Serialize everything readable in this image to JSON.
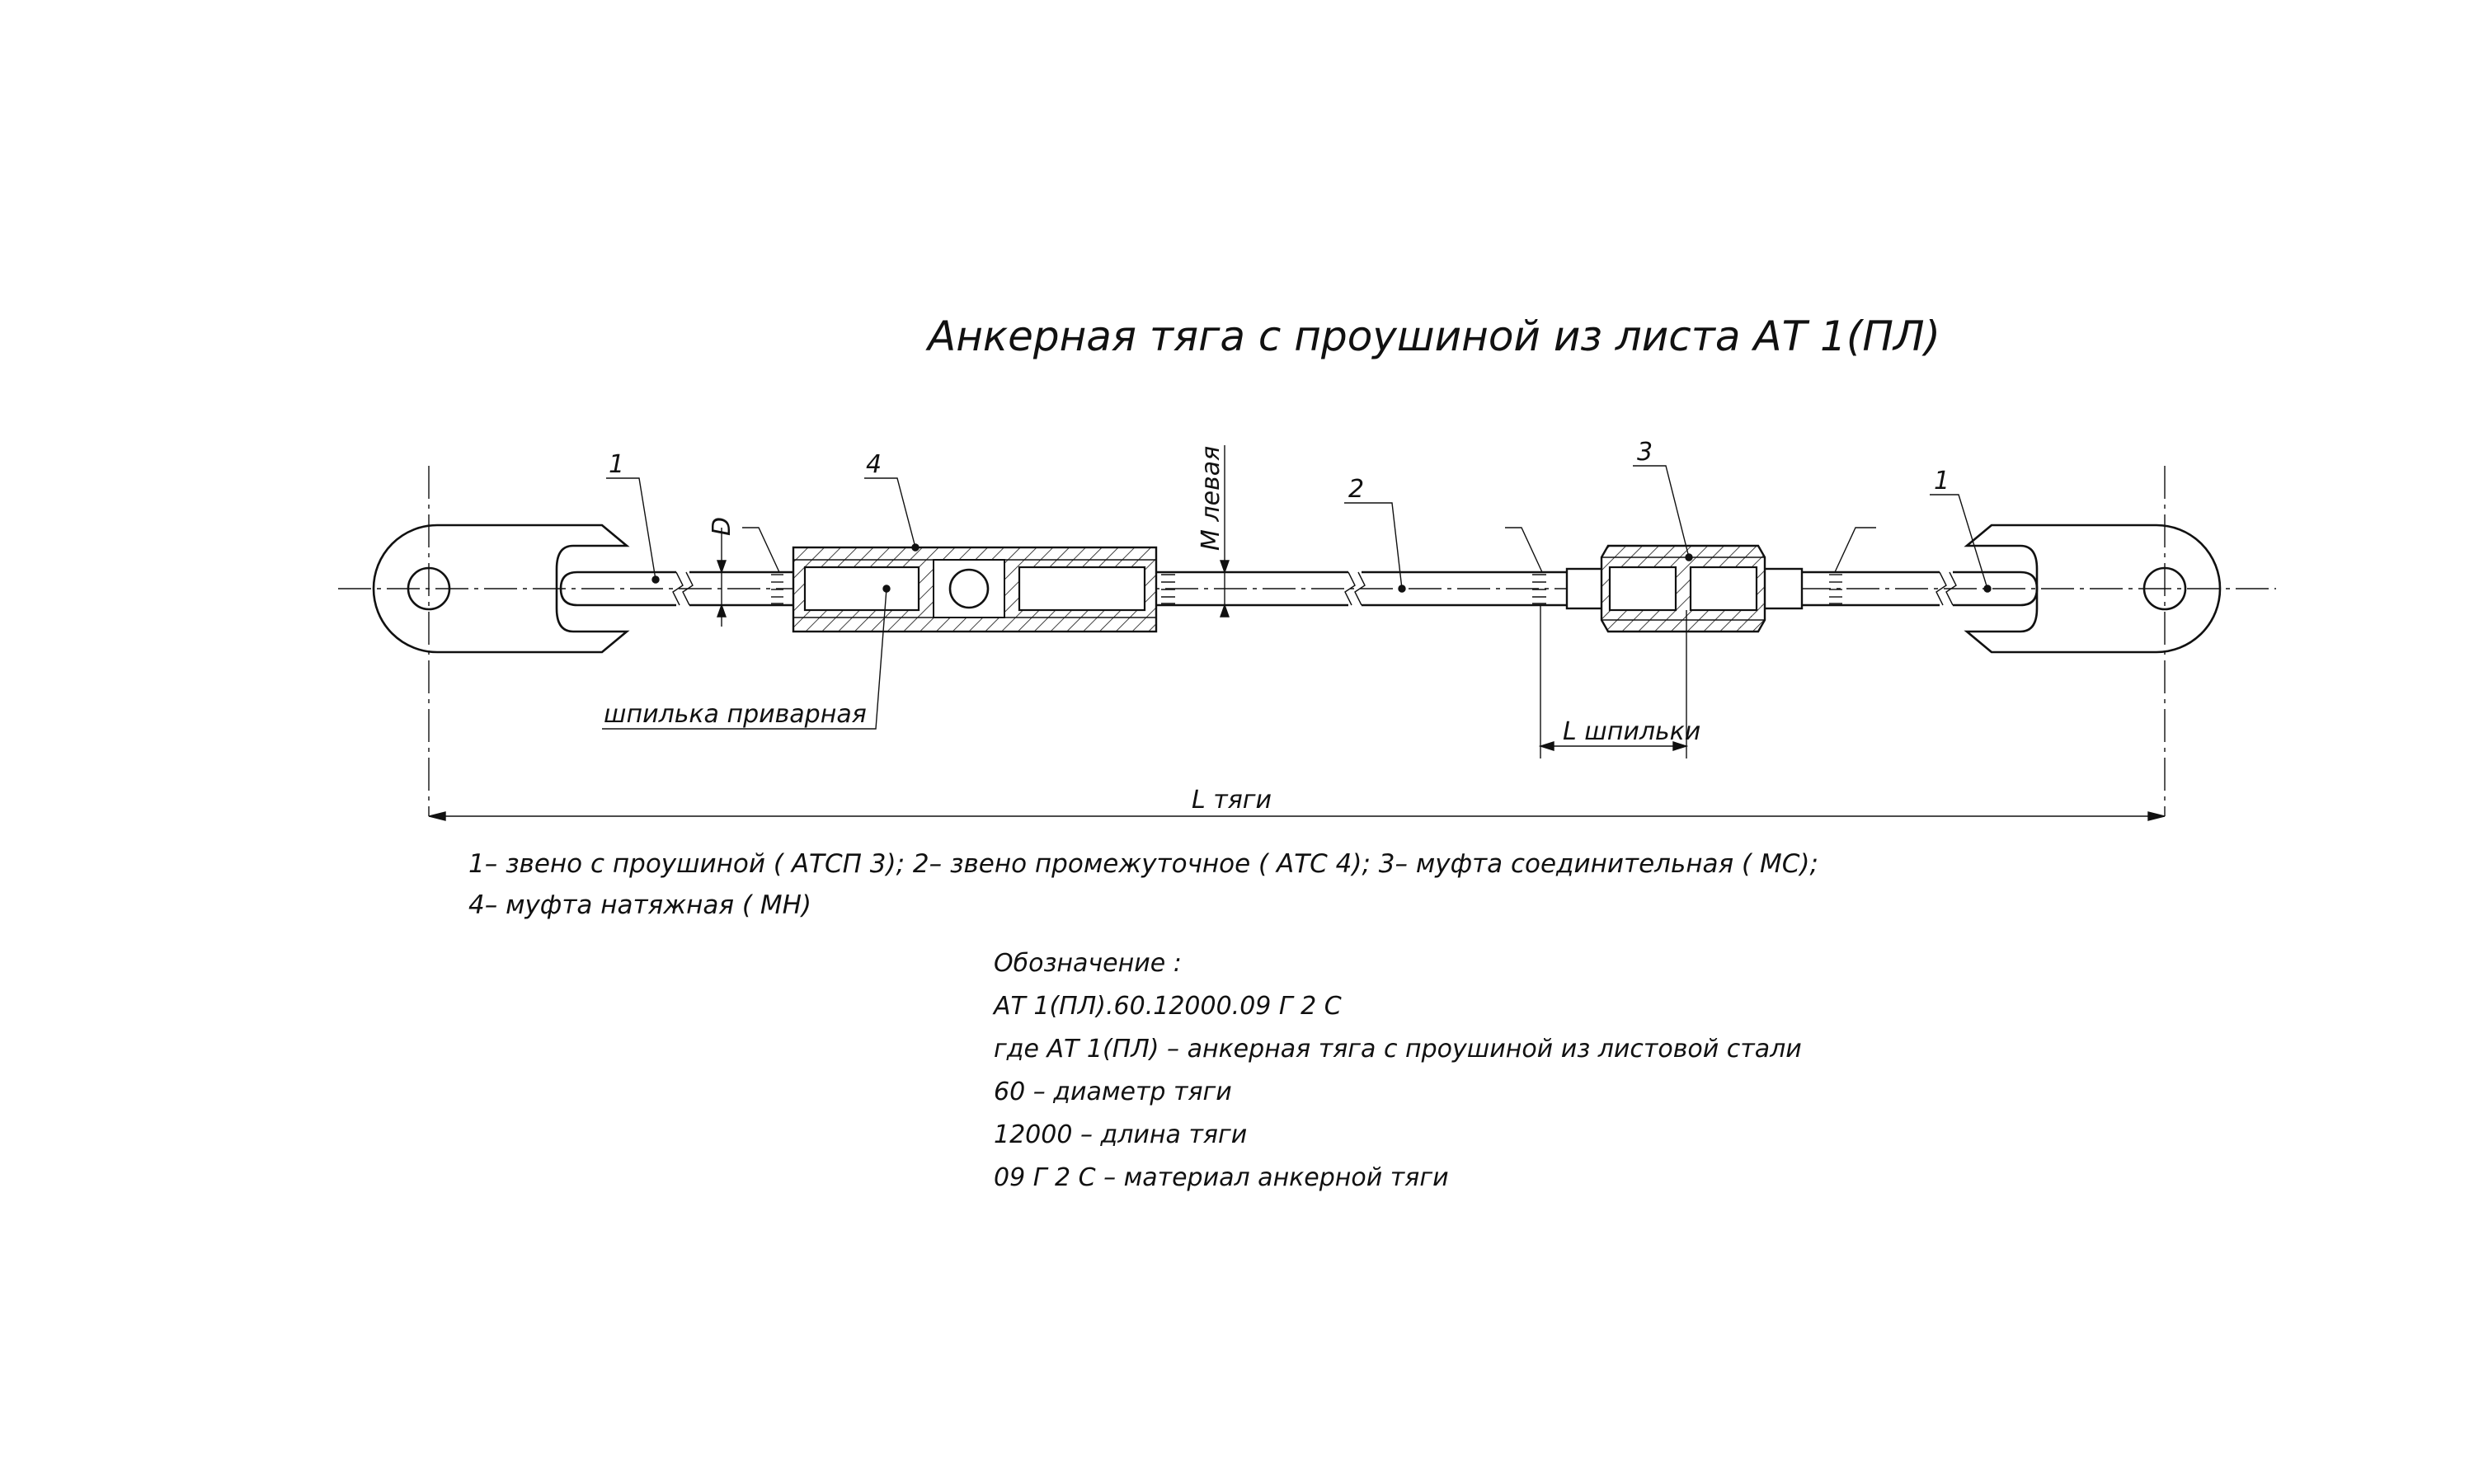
{
  "title": "Анкерная тяга с проушиной из листа АТ 1(ПЛ)",
  "callouts": {
    "link_eye_left": "1",
    "tension_coupling": "4",
    "intermediate_link": "2",
    "connecting_coupling": "3",
    "link_eye_right": "1"
  },
  "dimensions": {
    "diameter": "D",
    "thread_left": "М левая",
    "stud_length": "L шпильки",
    "rod_length": "L тяги"
  },
  "annotations": {
    "welded_stud": "шпилька приварная"
  },
  "legend": {
    "line1": "1– звено с проушиной ( АТСП 3); 2– звено промежуточное ( АТС 4); 3– муфта соединительная ( МС);",
    "line2": "4– муфта натяжная ( МН)"
  },
  "designation": {
    "heading": "Обозначение :",
    "code": "АТ 1(ПЛ).60.12000.09 Г 2 С",
    "line_where": "где АТ 1(ПЛ) – анкерная тяга с проушиной из листовой стали",
    "line_diameter": "60 – диаметр тяги",
    "line_length": "12000 – длина тяги",
    "line_material": "09 Г 2 С – материал анкерной тяги"
  }
}
